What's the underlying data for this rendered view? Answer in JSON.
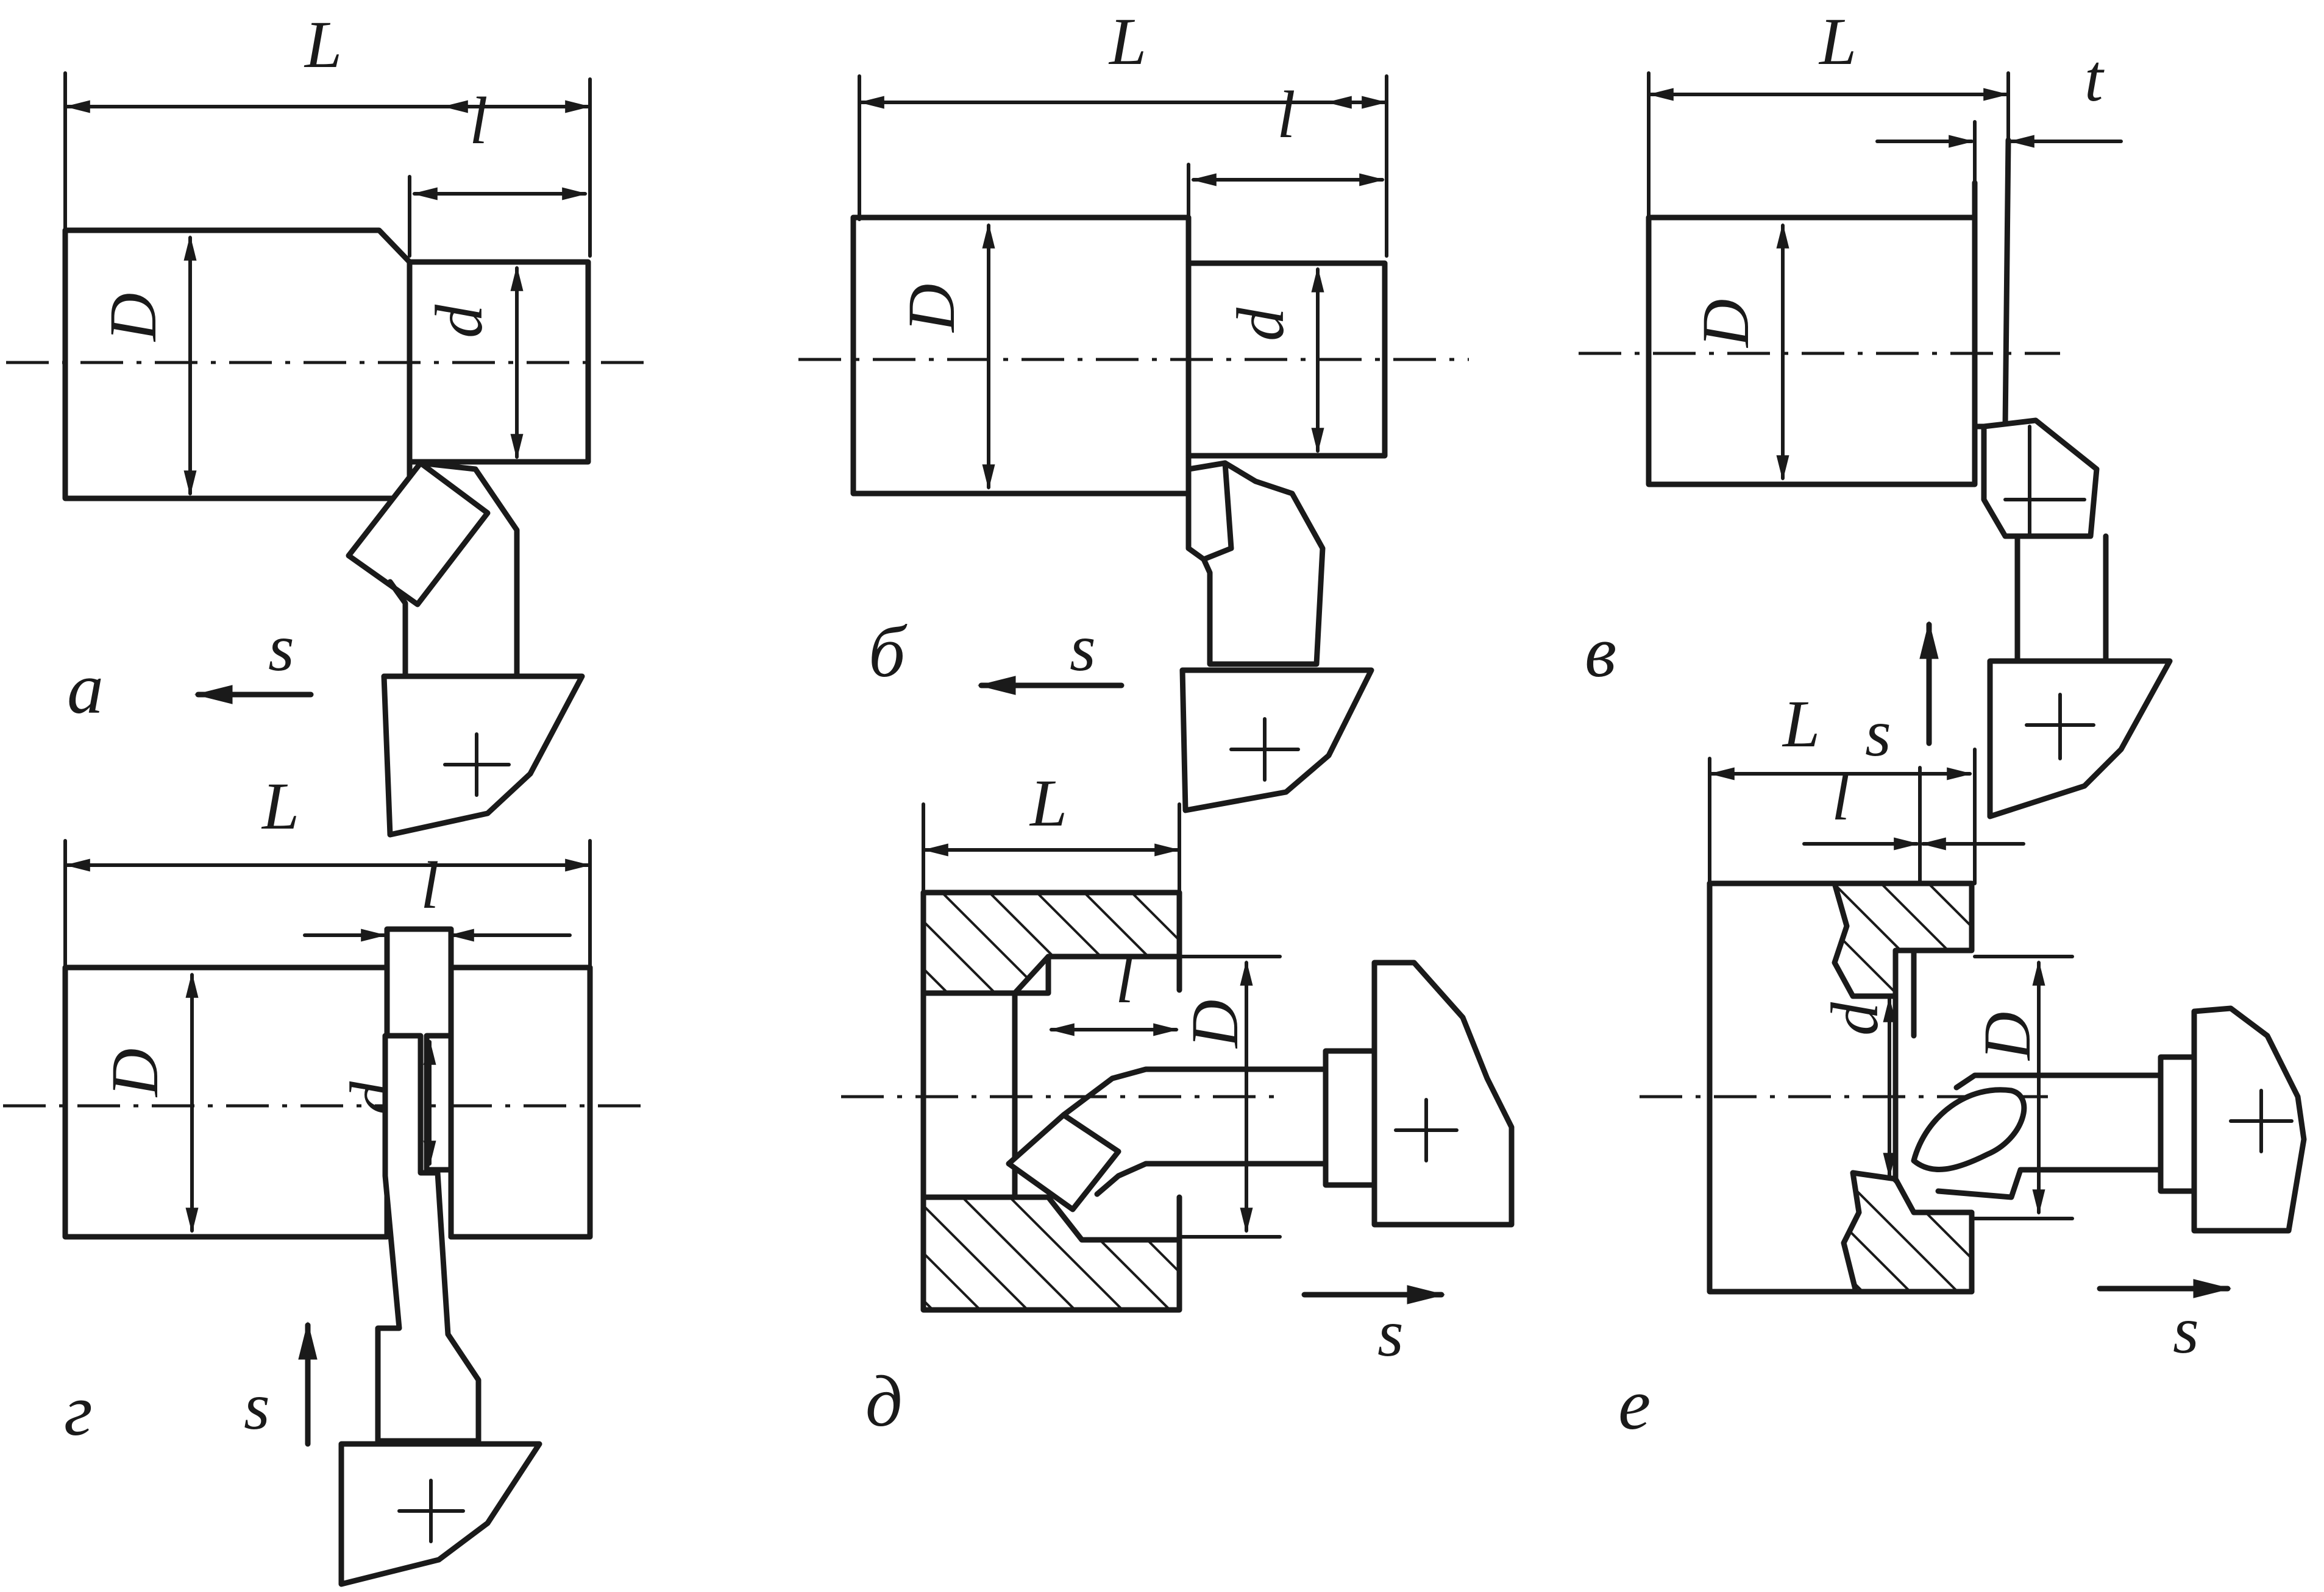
{
  "figure": {
    "panels": [
      {
        "id": "a",
        "caption": "а",
        "labels": {
          "L": "L",
          "l": "l",
          "D": "D",
          "d": "d",
          "s": "s"
        }
      },
      {
        "id": "b",
        "caption": "б",
        "labels": {
          "L": "L",
          "l": "l",
          "D": "D",
          "d": "d",
          "s": "s"
        }
      },
      {
        "id": "v",
        "caption": "в",
        "labels": {
          "L": "L",
          "t": "t",
          "D": "D"
        }
      },
      {
        "id": "g",
        "caption": "г",
        "labels": {
          "L": "L",
          "l": "l",
          "D": "D",
          "d": "d",
          "s": "s"
        }
      },
      {
        "id": "d",
        "caption": "д",
        "labels": {
          "L": "L",
          "l": "l",
          "D": "D",
          "s": "s"
        }
      },
      {
        "id": "e",
        "caption": "е",
        "labels": {
          "L": "L",
          "l": "l",
          "D": "D",
          "d": "d",
          "s_top": "s",
          "s": "s"
        }
      }
    ]
  }
}
